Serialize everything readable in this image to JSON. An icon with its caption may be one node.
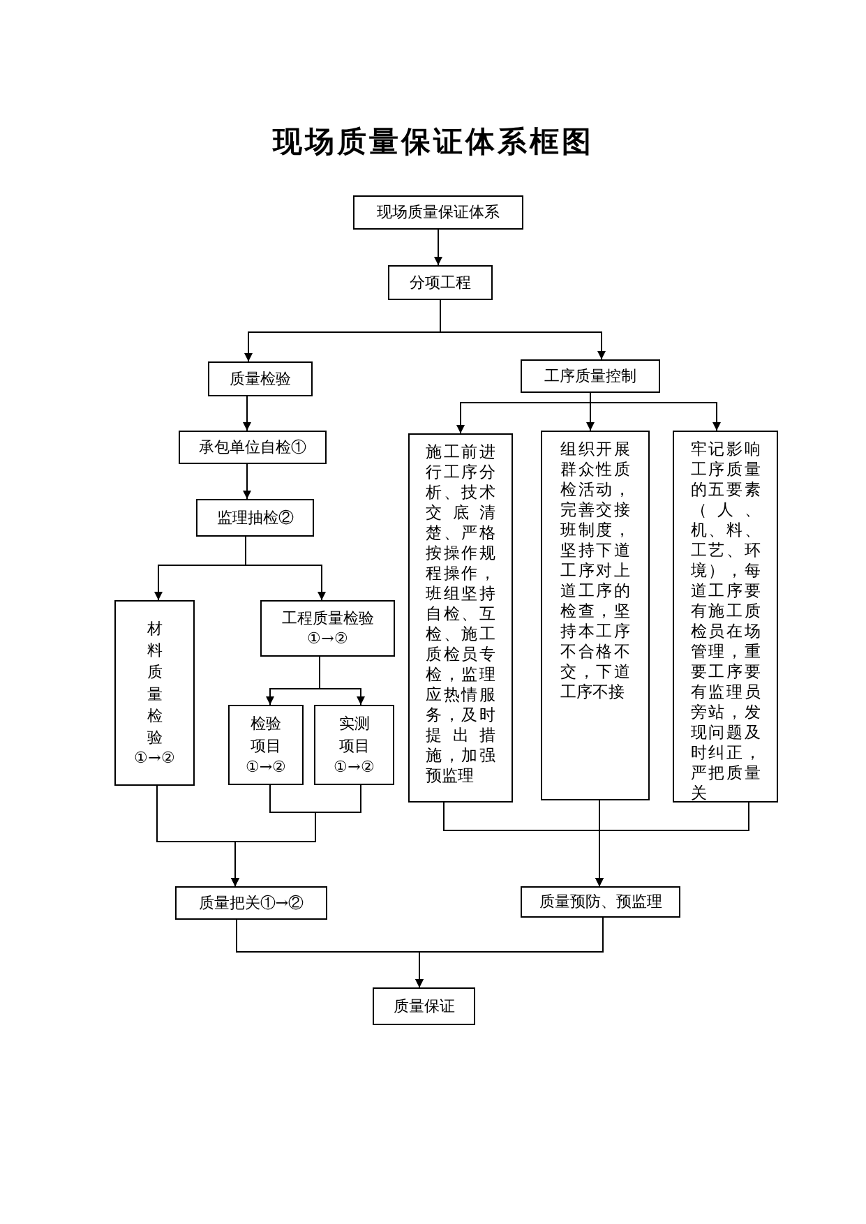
{
  "diagram": {
    "title": "现场质量保证体系框图",
    "nodes": [
      {
        "text": [
          "现场质量保证体系"
        ]
      },
      {
        "text": [
          "分项工程"
        ]
      },
      {
        "text": [
          "质量检验"
        ]
      },
      {
        "text": [
          "工序质量控制"
        ]
      },
      {
        "text": [
          "承包单位自检①"
        ]
      },
      {
        "text": [
          "监理抽检②"
        ]
      },
      {
        "text": [
          "材料质量检验",
          "①→②"
        ]
      },
      {
        "text": [
          "工程质量检验",
          "①→②"
        ]
      },
      {
        "text": [
          "检验项目",
          "①→②"
        ]
      },
      {
        "text": [
          "实测项目",
          "①→②"
        ]
      },
      {
        "text": [
          "施工前进行工序分析、技术交底清楚、严格按操作规程操作，班组坚持自检、互检、施工质检员专检，监理应热情服务，及时提出措施，加强预监理"
        ]
      },
      {
        "text": [
          "组织开展群众性质检活动，完善交接班制度，坚持下道工序对上道工序的检查，坚持本工序不合格不交，下道工序不接"
        ]
      },
      {
        "text": [
          "牢记影响工序质量的五要素（人、机、料、工艺、环境），每道工序要有施工质检员在场管理，重要工序要有监理员旁站，发现问题及时纠正，严把质量关"
        ]
      },
      {
        "text": [
          "质量把关①→②"
        ]
      },
      {
        "text": [
          "质量预防、预监理"
        ]
      },
      {
        "text": [
          "质量保证"
        ]
      }
    ],
    "edges": [
      {
        "from": 0,
        "to": 1,
        "arrow": "to"
      },
      {
        "from": 1,
        "to": 2,
        "arrow": "to"
      },
      {
        "from": 1,
        "to": 3,
        "arrow": "to"
      },
      {
        "from": 2,
        "to": 4,
        "arrow": "to"
      },
      {
        "from": 4,
        "to": 5,
        "arrow": "to"
      },
      {
        "from": 5,
        "to": 6,
        "arrow": "to"
      },
      {
        "from": 5,
        "to": 7,
        "arrow": "to"
      },
      {
        "from": 7,
        "to": 8,
        "arrow": "to"
      },
      {
        "from": 7,
        "to": 9,
        "arrow": "to"
      },
      {
        "from": 3,
        "to": 10,
        "arrow": "to"
      },
      {
        "from": 3,
        "to": 11,
        "arrow": "to"
      },
      {
        "from": 3,
        "to": 12,
        "arrow": "to"
      },
      {
        "from": 6,
        "to": 13,
        "arrow": "to"
      },
      {
        "from": 8,
        "to": 13,
        "arrow": "to"
      },
      {
        "from": 9,
        "to": 13,
        "arrow": "to"
      },
      {
        "from": 10,
        "to": 14,
        "arrow": "to"
      },
      {
        "from": 11,
        "to": 14,
        "arrow": "to"
      },
      {
        "from": 12,
        "to": 14,
        "arrow": "to"
      },
      {
        "from": 13,
        "to": 15,
        "arrow": "to"
      },
      {
        "from": 14,
        "to": 15,
        "arrow": "to"
      }
    ]
  }
}
